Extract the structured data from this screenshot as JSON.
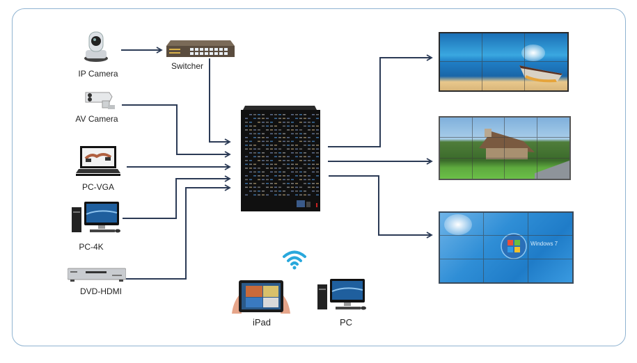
{
  "title": "Matrix switcher video wall connection diagram",
  "inputs": {
    "ip_camera": "IP Camera",
    "switcher": "Switcher",
    "av_camera": "AV Camera",
    "pc_vga": "PC-VGA",
    "pc_4k": "PC-4K",
    "dvd_hdmi": "DVD-HDMI"
  },
  "control": {
    "ipad": "iPad",
    "pc": "PC",
    "wifi_icon": "wifi-icon"
  },
  "outputs": {
    "wall1": {
      "layout": "3x2",
      "scene": "beach with boat"
    },
    "wall2": {
      "layout": "4x3",
      "scene": "thatched cottage"
    },
    "wall3": {
      "layout": "3x3",
      "scene": "desktop",
      "text": "Windows 7"
    }
  },
  "colors": {
    "wire": "#2b3a55",
    "frame": "#8fb3d1",
    "wifi": "#29a8dc"
  }
}
